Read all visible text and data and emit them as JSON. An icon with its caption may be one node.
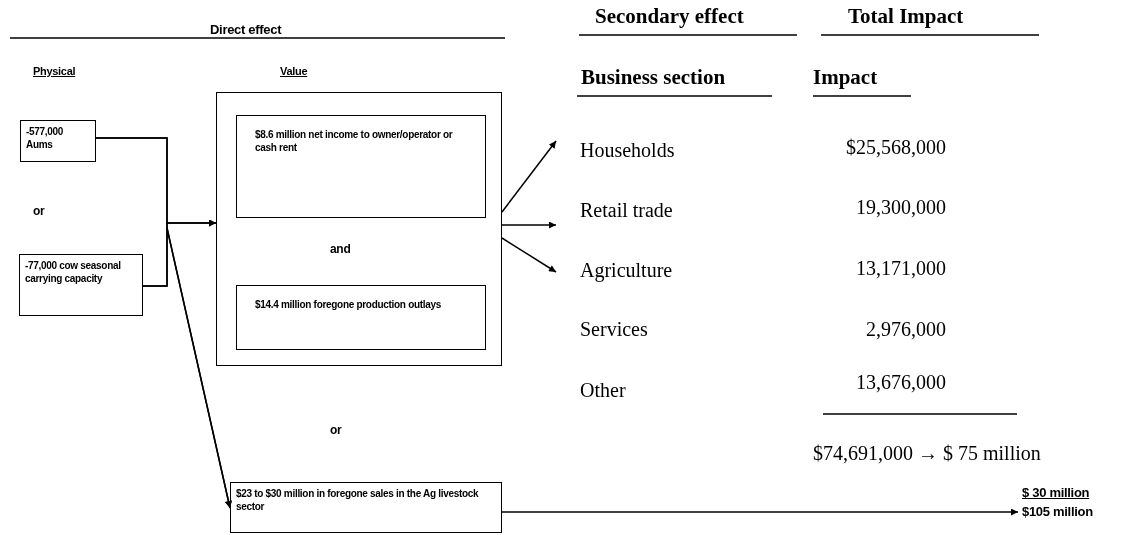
{
  "diagram": {
    "nodes": [
      {
        "text": [
          "-577,000 Aums"
        ]
      },
      {
        "text": [
          "-77,000 cow seasonal carrying capacity"
        ]
      },
      {
        "text": [],
        "shape": "box"
      },
      {
        "text": [
          "$8.6 million net income to owner/operator or cash rent"
        ],
        "in": 2
      },
      {
        "text": [
          "$14.4 million foregone production outlays"
        ],
        "in": 2
      },
      {
        "text": [
          "$23 to $30 million in foregone sales in the Ag livestock sector"
        ]
      },
      {
        "text": [
          "$ 30 million"
        ]
      },
      {
        "text": [
          "Households"
        ]
      },
      {
        "text": [
          "Retail trade"
        ]
      },
      {
        "text": [
          "Agriculture"
        ]
      }
    ],
    "edges": [
      {
        "from": 0,
        "to": 2,
        "arrow": "to"
      },
      {
        "from": 1,
        "to": 2,
        "arrow": "to"
      },
      {
        "from": 0,
        "to": 5,
        "arrow": "to"
      },
      {
        "from": 1,
        "to": 5,
        "arrow": "to"
      },
      {
        "from": 2,
        "to": 7,
        "arrow": "to"
      },
      {
        "from": 2,
        "to": 8,
        "arrow": "to"
      },
      {
        "from": 2,
        "to": 9,
        "arrow": "to"
      },
      {
        "from": 5,
        "to": 6,
        "arrow": "to"
      }
    ],
    "labels": [
      "Direct effect",
      "Secondary effect",
      "Total Impact",
      "Physical",
      "Value",
      "Business section",
      "Impact",
      "$25,568,000",
      "19,300,000",
      "or",
      "and",
      "13,171,000",
      "Services",
      "2,976,000",
      "Other",
      "13,676,000",
      "or",
      "$74,691,000 → $ 75 million",
      "$105 million"
    ]
  }
}
